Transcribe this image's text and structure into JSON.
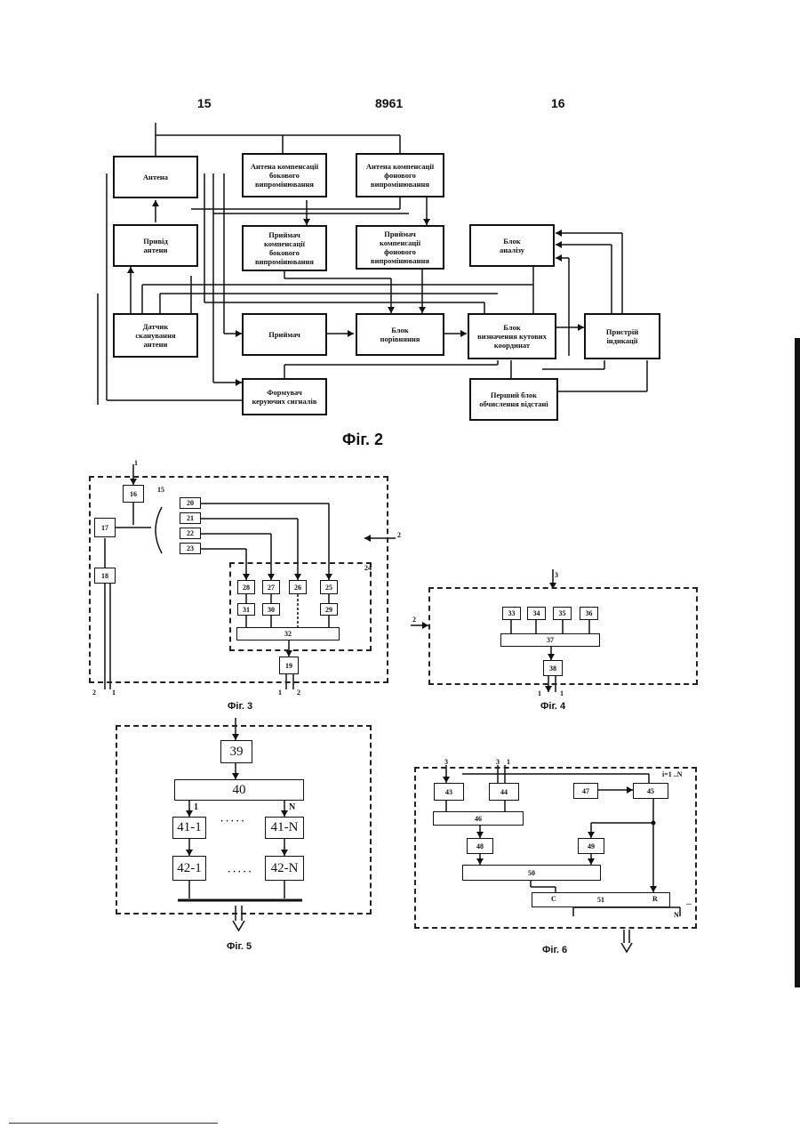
{
  "header": {
    "left_page": "15",
    "patent_no": "8961",
    "right_page": "16"
  },
  "fig2": {
    "caption": "Фіг. 2",
    "blocks": {
      "antenna": "Антена",
      "comp_side_antenna": "Антена компенсації\nбокового\nвипромінювання",
      "comp_bg_antenna": "Антена компенсації\nфонового\nвипромінювання",
      "antenna_drive": "Привід\nантени",
      "comp_side_receiver": "Приймач\nкомпенсації\nбокового\nвипромінювання",
      "comp_bg_receiver": "Приймач\nкомпенсації\nфонового\nвипромінювання",
      "analysis_block": "Блок\nаналізу",
      "scan_sensor": "Датчик\nсканування\nантени",
      "receiver": "Приймач",
      "compare_block": "Блок\nпорівняння",
      "angle_block": "Блок\nвизначення кутових\nкоординат",
      "display_device": "Пристрій\nіндикації",
      "control_signals": "Формувач\nкеруючих сигналів",
      "distance_block": "Перший блок\nобчислення відстані"
    }
  },
  "fig3": {
    "caption": "Фіг. 3",
    "boxes": [
      "16",
      "17",
      "18",
      "20",
      "21",
      "22",
      "23",
      "28",
      "27",
      "26",
      "25",
      "31",
      "30",
      "29",
      "32",
      "19"
    ],
    "labels": {
      "in_top": "1",
      "mirror": "15",
      "group": "24",
      "in_right": "2",
      "out_left": "2",
      "out_left2": "1",
      "out_bot1": "1",
      "out_bot2": "2"
    }
  },
  "fig4": {
    "caption": "Фіг. 4",
    "boxes": [
      "33",
      "34",
      "35",
      "36",
      "37",
      "38"
    ],
    "labels": {
      "in_top": "3",
      "in_left": "2",
      "out_1": "1",
      "out_2": "1"
    }
  },
  "fig5": {
    "caption": "Фіг. 5",
    "boxes": [
      "39",
      "40",
      "41-1",
      "41-N",
      "42-1",
      "42-N"
    ],
    "labels": {
      "ch1": "1",
      "chN": "N",
      "dots": "· · · · ·"
    }
  },
  "fig6": {
    "caption": "Фіг. 6",
    "boxes": [
      "43",
      "44",
      "47",
      "45",
      "46",
      "48",
      "49",
      "50",
      "51"
    ],
    "labels": {
      "range": "i=1 ..N",
      "in_a": "3",
      "in_b": "3",
      "in_c": "1",
      "c": "C",
      "r": "R",
      "n": "N",
      "dots": "..."
    }
  }
}
